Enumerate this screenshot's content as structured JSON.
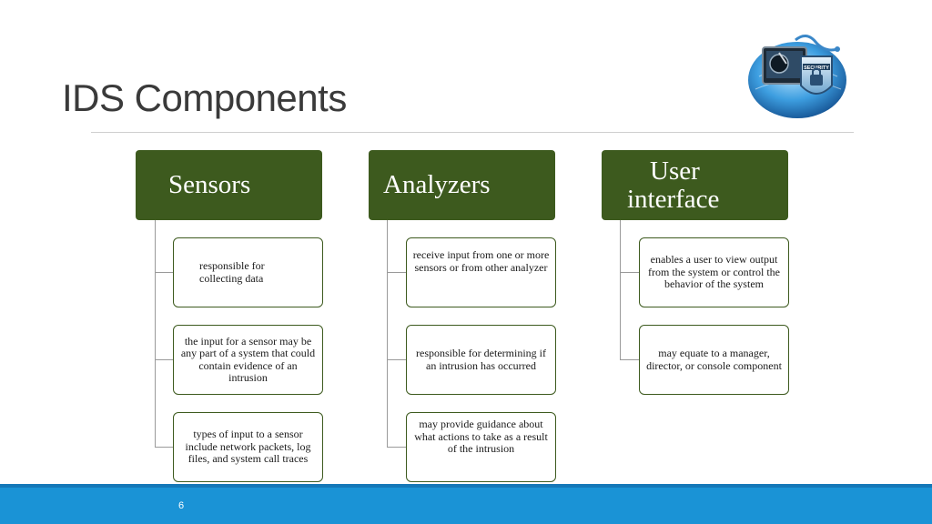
{
  "slide": {
    "title": "IDS Components",
    "page_number": "6"
  },
  "logo": {
    "icon": "security-shield-monitor-icon",
    "text": "SECURITY"
  },
  "columns": [
    {
      "header": [
        "Sensors"
      ],
      "items": [
        "responsible for collecting data",
        "the input for a sensor may be any part of a system that could contain evidence of an intrusion",
        "types of input to a sensor include network packets, log files, and system call traces"
      ]
    },
    {
      "header": [
        "Analyzers"
      ],
      "items": [
        "receive input from one or more sensors or from other analyzer",
        "responsible for determining if an intrusion has occurred",
        "may provide guidance about what actions to take as a result of the intrusion"
      ]
    },
    {
      "header": [
        "User",
        "interface"
      ],
      "items": [
        "enables a user to view output from the system or control the behavior of the system",
        "may equate to a manager, director, or console component"
      ]
    }
  ],
  "colors": {
    "header_fill": "#3d5a1e",
    "leaf_border": "#3d5a1e",
    "footer": "#1a93d6"
  }
}
